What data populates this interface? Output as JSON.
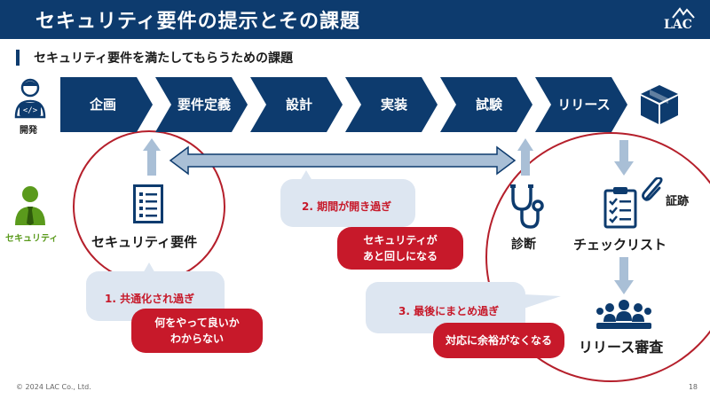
{
  "header": {
    "title": "セキュリティ要件の提示とその課題",
    "logo": "LAC"
  },
  "subtitle": "セキュリティ要件を満たしてもらうための課題",
  "roles": {
    "developer": "開発",
    "security": "セキュリティ"
  },
  "process": [
    "企画",
    "要件定義",
    "設計",
    "実装",
    "試験",
    "リリース"
  ],
  "labels": {
    "security_requirements": "セキュリティ要件",
    "diagnosis": "診断",
    "checklist": "チェックリスト",
    "evidence": "証跡",
    "release_review": "リリース審査"
  },
  "issues": [
    {
      "title": "1. 共通化され過ぎ",
      "problem": "何をやって良いか\nわからない"
    },
    {
      "title": "2. 期間が開き過ぎ",
      "problem": "セキュリティが\nあと回しになる"
    },
    {
      "title": "3. 最後にまとめ過ぎ",
      "problem": "対応に余裕がなくなる"
    }
  ],
  "colors": {
    "navy": "#0d3b6e",
    "red": "#c7192a",
    "green": "#5a9a1c",
    "light_blue": "#a9bfd6",
    "bubble": "#dde6f1"
  },
  "footer": {
    "copyright": "© 2024 LAC Co., Ltd.",
    "page": "18"
  }
}
